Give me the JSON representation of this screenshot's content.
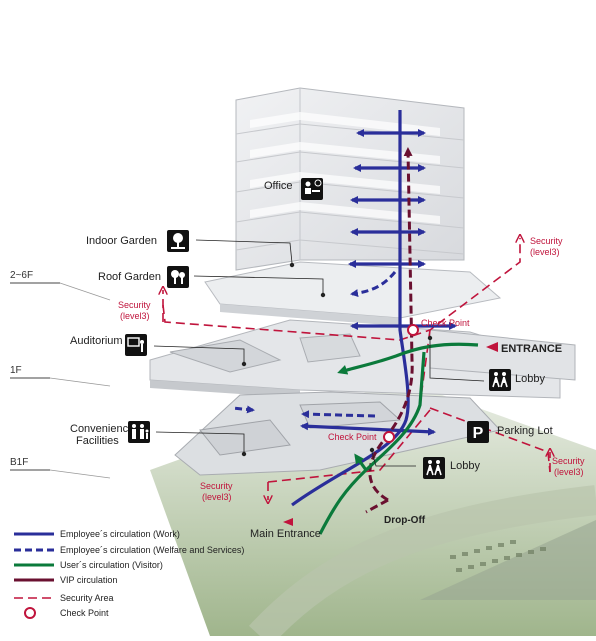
{
  "colors": {
    "employee": "#2a2e9a",
    "user": "#0b7a3b",
    "vip": "#6a1030",
    "security": "#c0143c",
    "checkpoint": "#c0143c"
  },
  "floors": {
    "upper": "2~6F",
    "ground": "1F",
    "basement": "B1F"
  },
  "labels": {
    "office": "Office",
    "indoor_garden": "Indoor Garden",
    "roof_garden": "Roof Garden",
    "auditorium": "Auditorium",
    "convenience": [
      "Convenience",
      "Facilities"
    ],
    "lobby_upper": "Lobby",
    "lobby_lower": "Lobby",
    "parking": "Parking Lot",
    "parking_symbol": "P",
    "entrance": "ENTRANCE",
    "main_entrance": "Main Entrance",
    "drop_off": "Drop-Off"
  },
  "security_labels": {
    "top_right": [
      "Security",
      "(level3)"
    ],
    "left_mid": [
      "Security",
      "(level3)"
    ],
    "bottom_right": [
      "Security",
      "(level3)"
    ],
    "bottom_left": [
      "Security",
      "(level3)"
    ]
  },
  "checkpoints": {
    "upper": "Check Point",
    "lower": "Check Point"
  },
  "icons": {
    "office": "office-desk-icon",
    "indoor_garden": "garden-icon",
    "roof_garden": "tree-icon",
    "auditorium": "presentation-icon",
    "convenience": "family-icon",
    "lobby": "people-icon",
    "parking": "parking-icon"
  },
  "legend": [
    {
      "label": "Employee´s circulation (Work)",
      "style": "employee-solid"
    },
    {
      "label": "Employee´s circulation (Welfare and Services)",
      "style": "employee-dashed"
    },
    {
      "label": "User´s circulation (Visitor)",
      "style": "user-solid"
    },
    {
      "label": "VIP circulation",
      "style": "vip-solid"
    },
    {
      "label": "Security Area",
      "style": "security-dash"
    },
    {
      "label": "Check Point",
      "style": "checkpoint-circle"
    }
  ]
}
